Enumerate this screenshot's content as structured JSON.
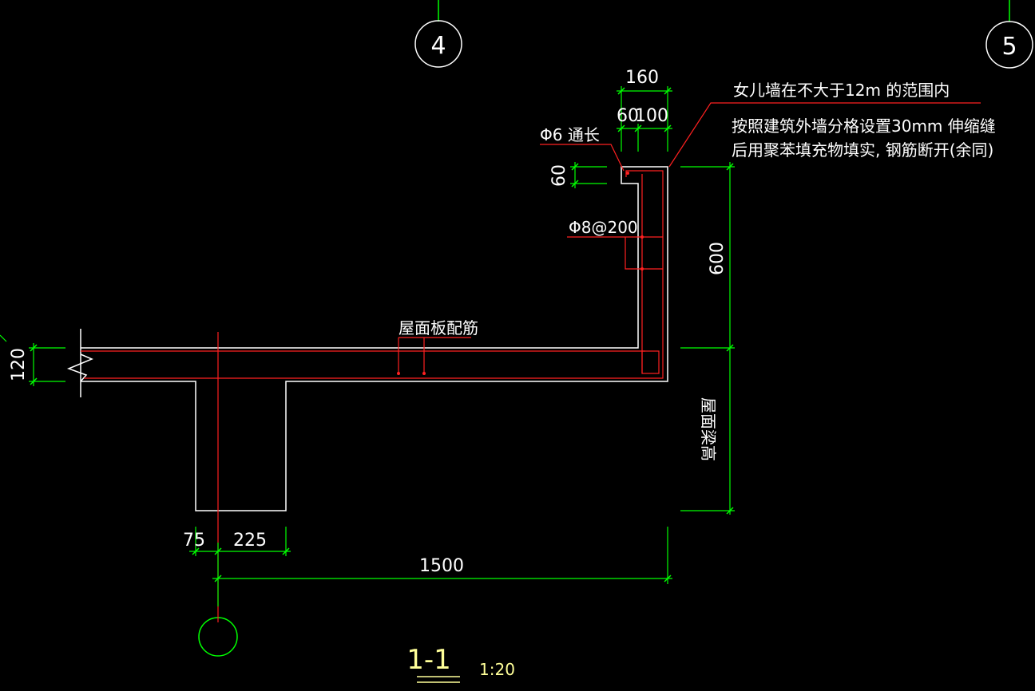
{
  "axes": {
    "axis_4": "4",
    "axis_5": "5"
  },
  "dimensions": {
    "parapet_width": "160",
    "parapet_split_a": "60",
    "parapet_split_b": "100",
    "lip_height": "60",
    "parapet_height": "600",
    "slab_thickness": "120",
    "beam_left_offset": "75",
    "beam_right_width": "225",
    "overhang_length": "1500",
    "beam_height_label": "屋面梁高"
  },
  "rebar": {
    "top_bar": "Φ6  通长",
    "vertical_bar": "Φ8@200",
    "slab_reinforcement": "屋面板配筋"
  },
  "notes": {
    "line1": "女儿墙在不大于12m 的范围内",
    "line2": "按照建筑外墙分格设置30mm 伸缩缝",
    "line3": "后用聚苯填充物填实, 钢筋断开(余同)"
  },
  "section": {
    "title": "1-1",
    "scale": "1:20"
  },
  "colors": {
    "background": "#000000",
    "concrete_outline": "#ffffff",
    "rebar": "#ff2020",
    "dimension_lines": "#00ff00",
    "axis_lines": "#00ff00",
    "title": "#ffff99"
  }
}
